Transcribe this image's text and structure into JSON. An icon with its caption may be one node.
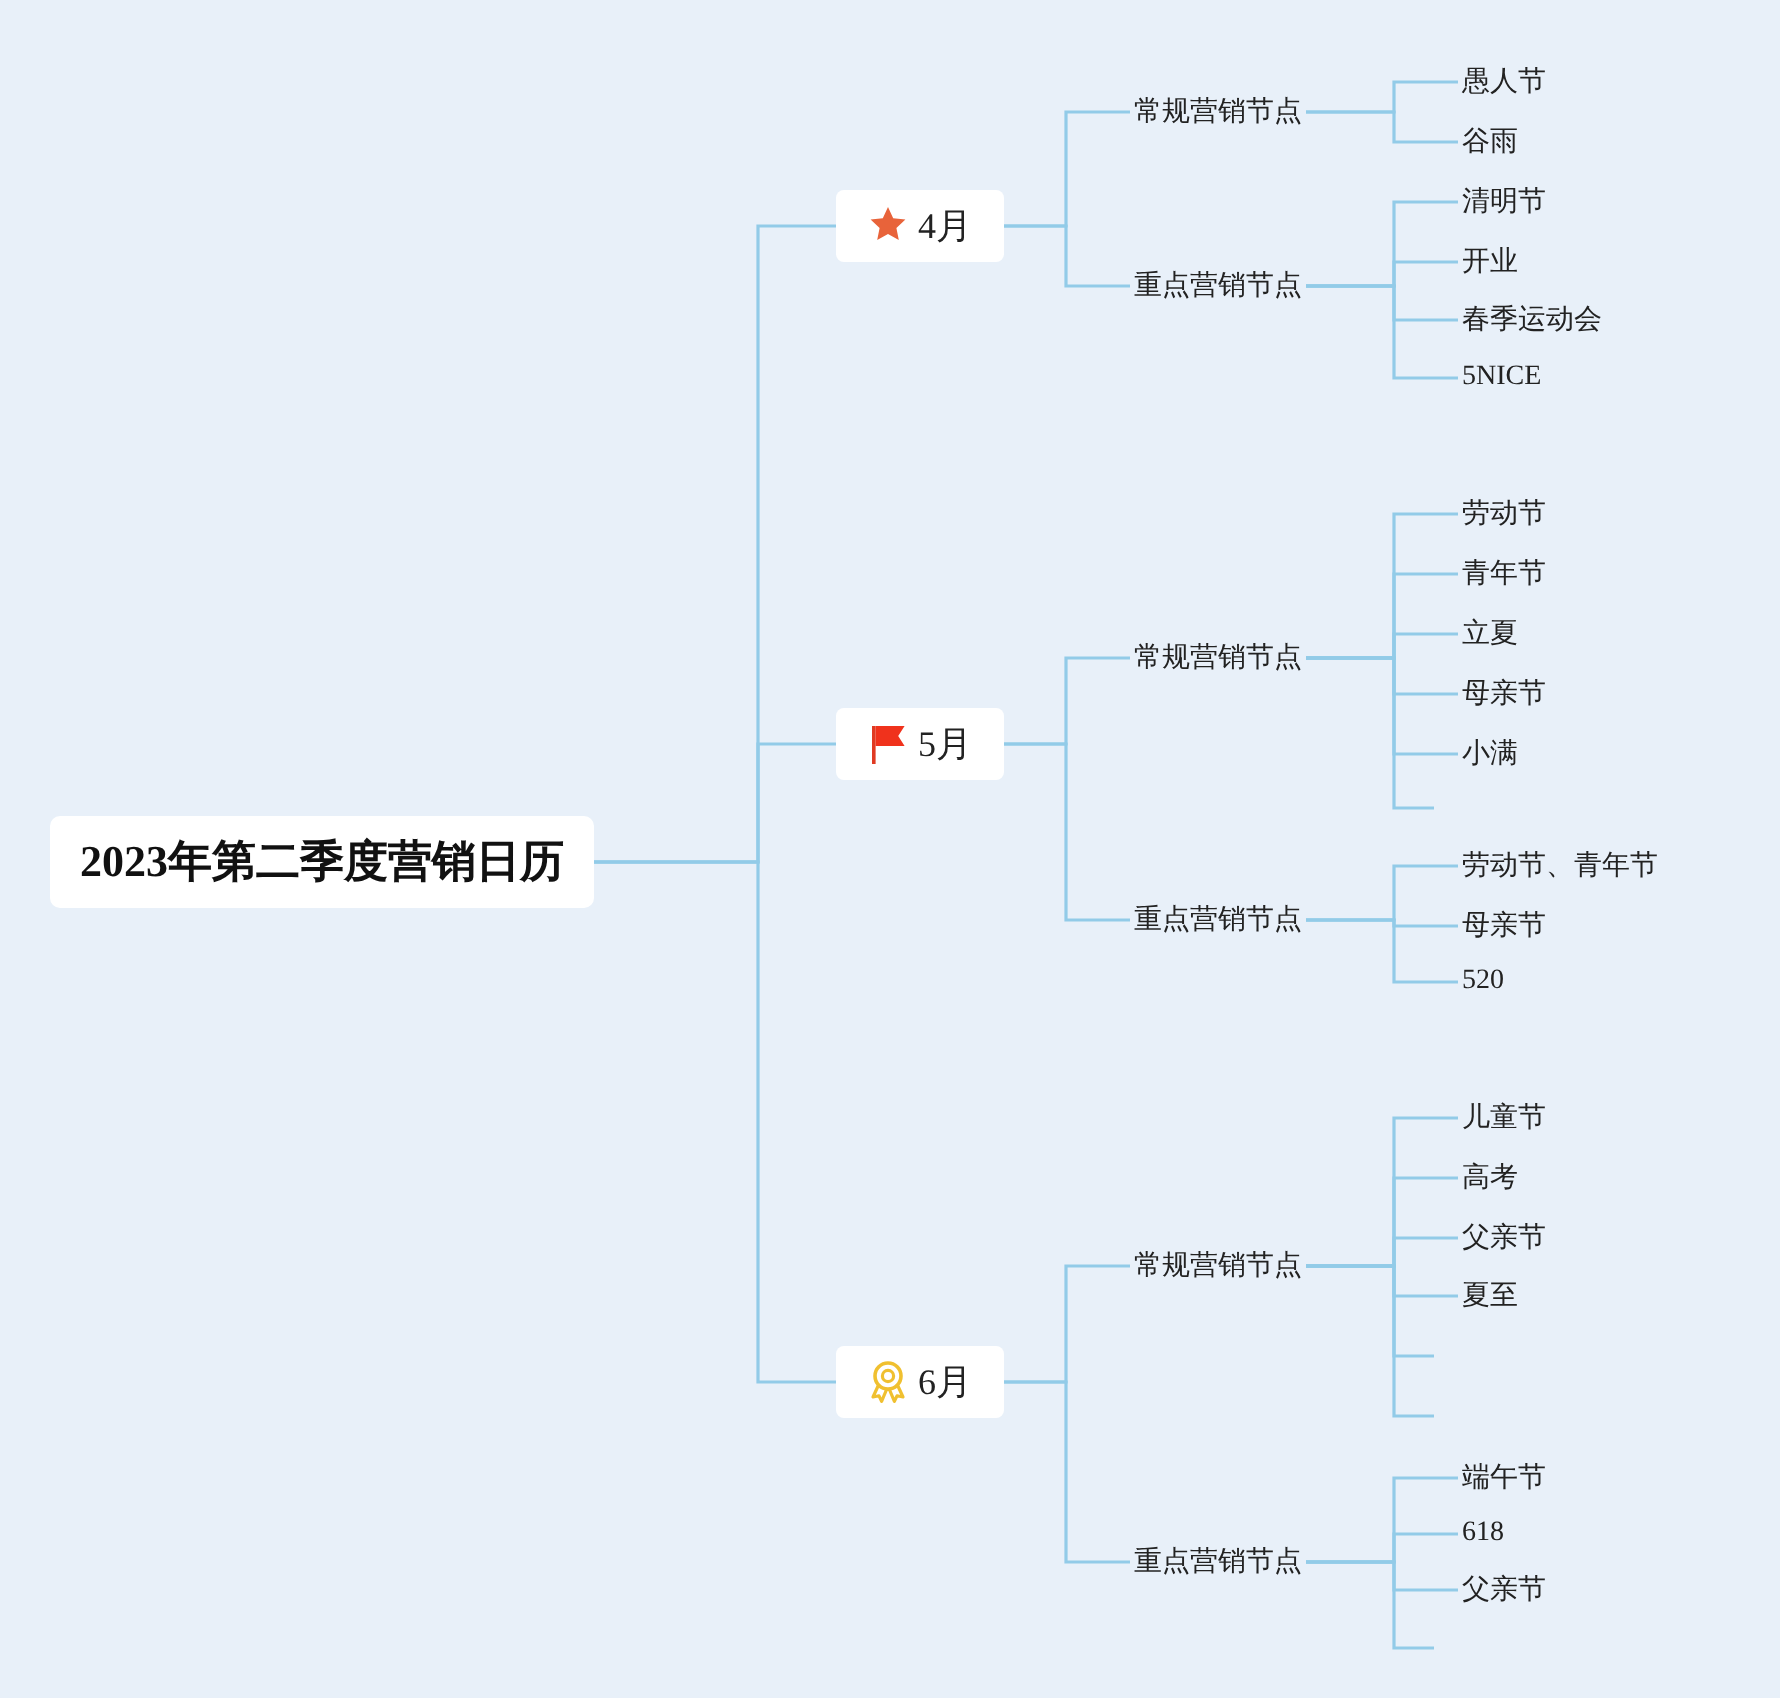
{
  "diagram": {
    "nodes": [
      {
        "text": [
          "2023年第二季度营销日历"
        ]
      },
      {
        "text": [
          "4月"
        ]
      },
      {
        "text": [
          "常规营销节点"
        ]
      },
      {
        "text": [
          "愚人节"
        ]
      },
      {
        "text": [
          "谷雨"
        ]
      },
      {
        "text": [
          "重点营销节点"
        ]
      },
      {
        "text": [
          "清明节"
        ]
      },
      {
        "text": [
          "开业"
        ]
      },
      {
        "text": [
          "春季运动会"
        ]
      },
      {
        "text": [
          "5NICE"
        ]
      },
      {
        "text": [
          "5月"
        ]
      },
      {
        "text": [
          "常规营销节点"
        ]
      },
      {
        "text": [
          "劳动节"
        ]
      },
      {
        "text": [
          "青年节"
        ]
      },
      {
        "text": [
          "立夏"
        ]
      },
      {
        "text": [
          "母亲节"
        ]
      },
      {
        "text": [
          "小满"
        ]
      },
      {
        "text": [
          "重点营销节点"
        ]
      },
      {
        "text": [
          "劳动节、青年节"
        ]
      },
      {
        "text": [
          "母亲节"
        ]
      },
      {
        "text": [
          "520"
        ]
      },
      {
        "text": [
          "6月"
        ]
      },
      {
        "text": [
          "常规营销节点"
        ]
      },
      {
        "text": [
          "儿童节"
        ]
      },
      {
        "text": [
          "高考"
        ]
      },
      {
        "text": [
          "父亲节"
        ]
      },
      {
        "text": [
          "夏至"
        ]
      },
      {
        "text": [
          "重点营销节点"
        ]
      },
      {
        "text": [
          "端午节"
        ]
      },
      {
        "text": [
          "618"
        ]
      },
      {
        "text": [
          "父亲节"
        ]
      }
    ],
    "edges": [
      {
        "from": 0,
        "to": 1,
        "arrow": "none"
      },
      {
        "from": 1,
        "to": 2,
        "arrow": "none"
      },
      {
        "from": 2,
        "to": 3,
        "arrow": "none"
      },
      {
        "from": 2,
        "to": 4,
        "arrow": "none"
      },
      {
        "from": 1,
        "to": 5,
        "arrow": "none"
      },
      {
        "from": 5,
        "to": 6,
        "arrow": "none"
      },
      {
        "from": 5,
        "to": 7,
        "arrow": "none"
      },
      {
        "from": 5,
        "to": 8,
        "arrow": "none"
      },
      {
        "from": 5,
        "to": 9,
        "arrow": "none"
      },
      {
        "from": 0,
        "to": 10,
        "arrow": "none"
      },
      {
        "from": 10,
        "to": 11,
        "arrow": "none"
      },
      {
        "from": 11,
        "to": 12,
        "arrow": "none"
      },
      {
        "from": 11,
        "to": 13,
        "arrow": "none"
      },
      {
        "from": 11,
        "to": 14,
        "arrow": "none"
      },
      {
        "from": 11,
        "to": 15,
        "arrow": "none"
      },
      {
        "from": 11,
        "to": 16,
        "arrow": "none"
      },
      {
        "from": 11,
        "to": null,
        "arrow": "none"
      },
      {
        "from": 10,
        "to": 17,
        "arrow": "none"
      },
      {
        "from": 17,
        "to": 18,
        "arrow": "none"
      },
      {
        "from": 17,
        "to": 19,
        "arrow": "none"
      },
      {
        "from": 17,
        "to": 20,
        "arrow": "none"
      },
      {
        "from": 0,
        "to": 21,
        "arrow": "none"
      },
      {
        "from": 21,
        "to": 22,
        "arrow": "none"
      },
      {
        "from": 22,
        "to": 23,
        "arrow": "none"
      },
      {
        "from": 22,
        "to": 24,
        "arrow": "none"
      },
      {
        "from": 22,
        "to": 25,
        "arrow": "none"
      },
      {
        "from": 22,
        "to": 26,
        "arrow": "none"
      },
      {
        "from": 22,
        "to": null,
        "arrow": "none"
      },
      {
        "from": 22,
        "to": null,
        "arrow": "none"
      },
      {
        "from": 21,
        "to": 27,
        "arrow": "none"
      },
      {
        "from": 27,
        "to": 28,
        "arrow": "none"
      },
      {
        "from": 27,
        "to": 29,
        "arrow": "none"
      },
      {
        "from": 27,
        "to": 30,
        "arrow": "none"
      },
      {
        "from": 27,
        "to": null,
        "arrow": "none"
      }
    ]
  }
}
